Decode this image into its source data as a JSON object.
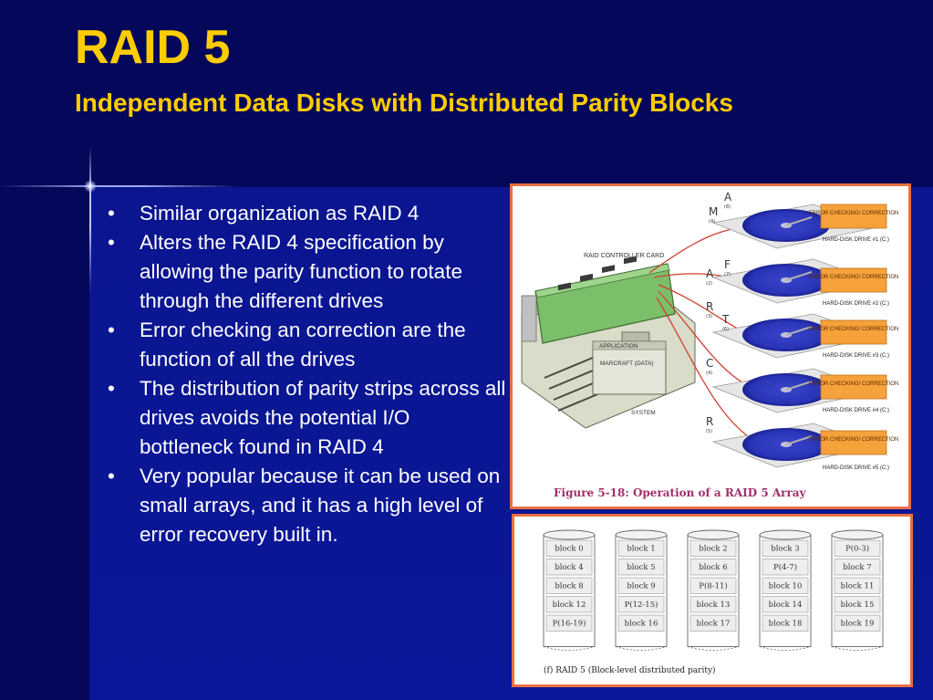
{
  "slide": {
    "title": "RAID 5",
    "subtitle": "Independent Data Disks with Distributed Parity Blocks",
    "bullets": [
      "Similar organization as RAID 4",
      "Alters the RAID 4 specification by allowing the parity function to rotate through the different drives",
      "Error checking an correction are the function of all the drives",
      "The distribution of parity strips across all drives avoids the potential I/O bottleneck found in RAID 4",
      "Very popular because it can be used on small arrays, and it has a high level of error recovery built in."
    ],
    "bullet_glyph": "•"
  },
  "figure1": {
    "caption": "Figure 5-18: Operation of a RAID 5 Array",
    "controller_label": "RAID CONTROLLER CARD",
    "application_label": "APPLICATION",
    "data_label": "MARCRAFT (DATA)",
    "system_label": "SYSTEM",
    "ecc_label": "ERROR CHECKING/ CORRECTION",
    "drives": [
      "HARD-DISK DRIVE #1 (C:)",
      "HARD-DISK DRIVE #2 (C:)",
      "HARD-DISK DRIVE #3 (C:)",
      "HARD-DISK DRIVE #4 (C:)",
      "HARD-DISK DRIVE #5 (C:)"
    ],
    "letters": [
      {
        "ch": "A",
        "sub": "(8)"
      },
      {
        "ch": "M",
        "sub": "(4)"
      },
      {
        "ch": "F",
        "sub": "(7)"
      },
      {
        "ch": "A",
        "sub": "(2)"
      },
      {
        "ch": "R",
        "sub": "(3)"
      },
      {
        "ch": "T",
        "sub": "(6)"
      },
      {
        "ch": "C",
        "sub": "(4)"
      },
      {
        "ch": "R",
        "sub": "(5)"
      }
    ]
  },
  "figure2": {
    "caption": "(f) RAID 5 (Block-level distributed parity)",
    "disks": [
      [
        "block 0",
        "block 4",
        "block 8",
        "block 12",
        "P(16-19)"
      ],
      [
        "block 1",
        "block 5",
        "block 9",
        "P(12-15)",
        "block 16"
      ],
      [
        "block 2",
        "block 6",
        "P(8-11)",
        "block 13",
        "block 17"
      ],
      [
        "block 3",
        "P(4-7)",
        "block 10",
        "block 14",
        "block 18"
      ],
      [
        "P(0-3)",
        "block 7",
        "block 11",
        "block 15",
        "block 19"
      ]
    ]
  },
  "colors": {
    "background": "#0a0f6e",
    "title": "#ffcc00",
    "text": "#ffffff",
    "figure_border": "#e87040"
  }
}
